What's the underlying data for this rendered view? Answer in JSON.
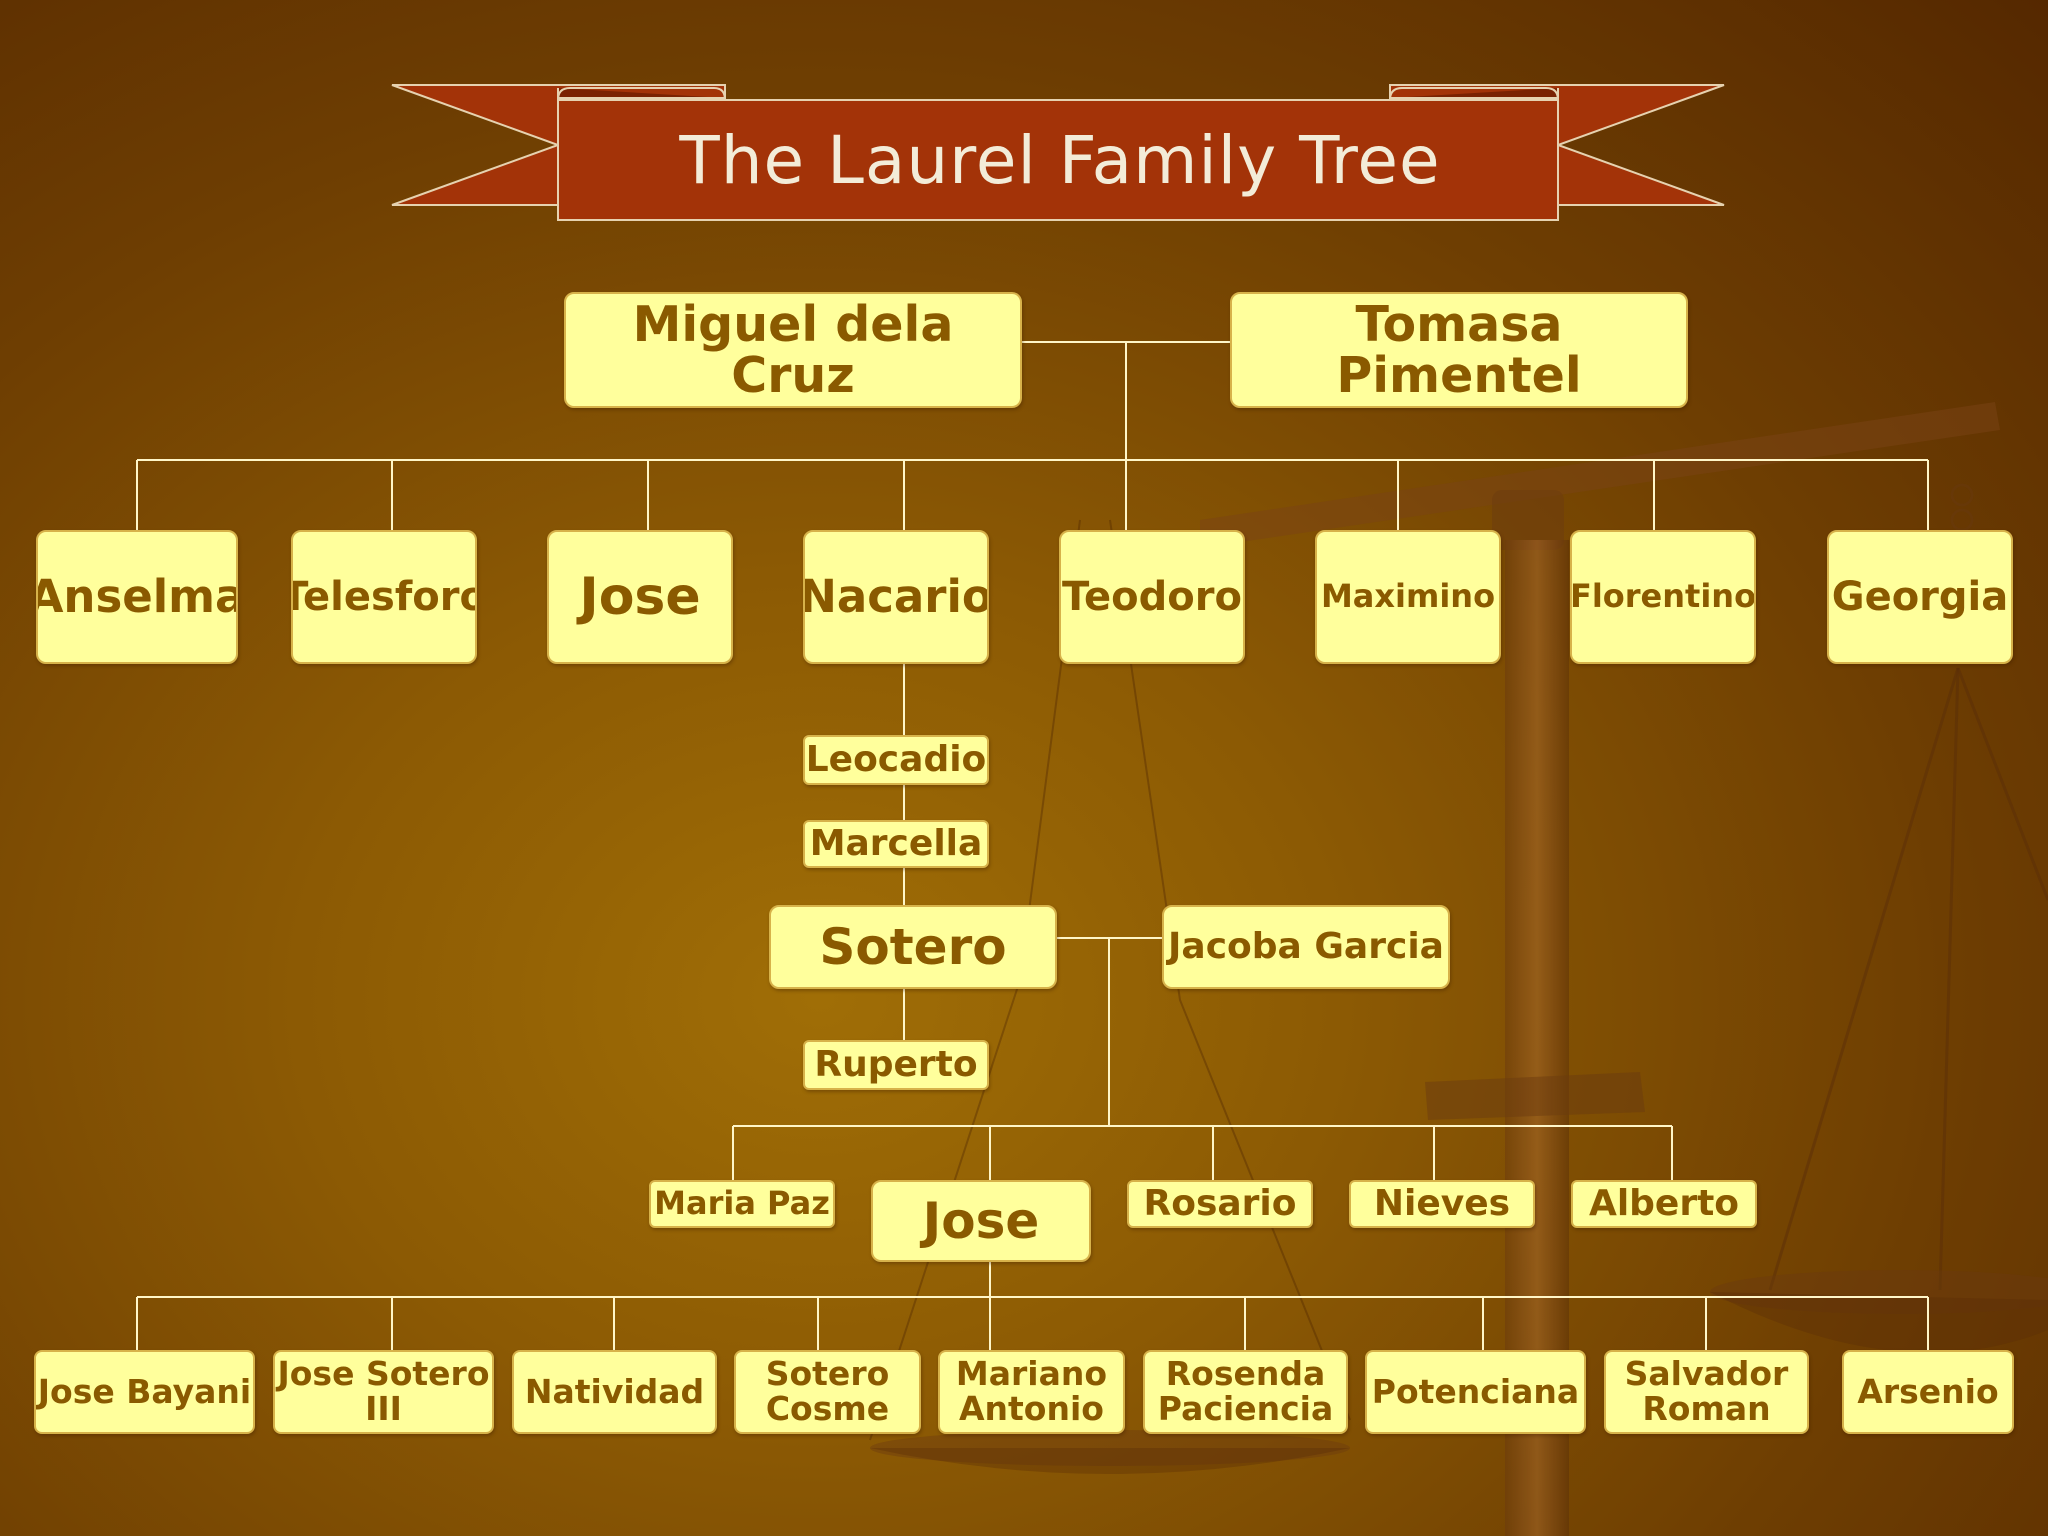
{
  "title": "The Laurel Family Tree",
  "colors": {
    "background": "#8c5a04",
    "banner": "#a33308",
    "node_fill": "#ffff9c",
    "node_text": "#8a5a00",
    "connector": "#fff6c8"
  },
  "icons": [
    "scales-of-justice-icon"
  ],
  "tree": {
    "ancestors": {
      "father": "Miguel dela Cruz",
      "mother": "Tomasa Pimentel"
    },
    "children": [
      "Anselma",
      "Telesforo",
      "Jose",
      "Nacario",
      "Teodoro",
      "Maximino",
      "Florentino",
      "Georgia"
    ],
    "lineage": [
      "Leocadio",
      "Marcella"
    ],
    "couple": {
      "husband": "Sotero",
      "wife": "Jacoba Garcia"
    },
    "sotero_child": "Ruperto",
    "grandchildren": [
      "Maria Paz",
      "Jose",
      "Rosario",
      "Nieves",
      "Alberto"
    ],
    "great_grandchildren": [
      "Jose Bayani",
      "Jose Sotero\nIII",
      "Natividad",
      "Sotero\nCosme",
      "Mariano\nAntonio",
      "Rosenda\nPaciencia",
      "Potenciana",
      "Salvador\nRoman",
      "Arsenio"
    ]
  }
}
